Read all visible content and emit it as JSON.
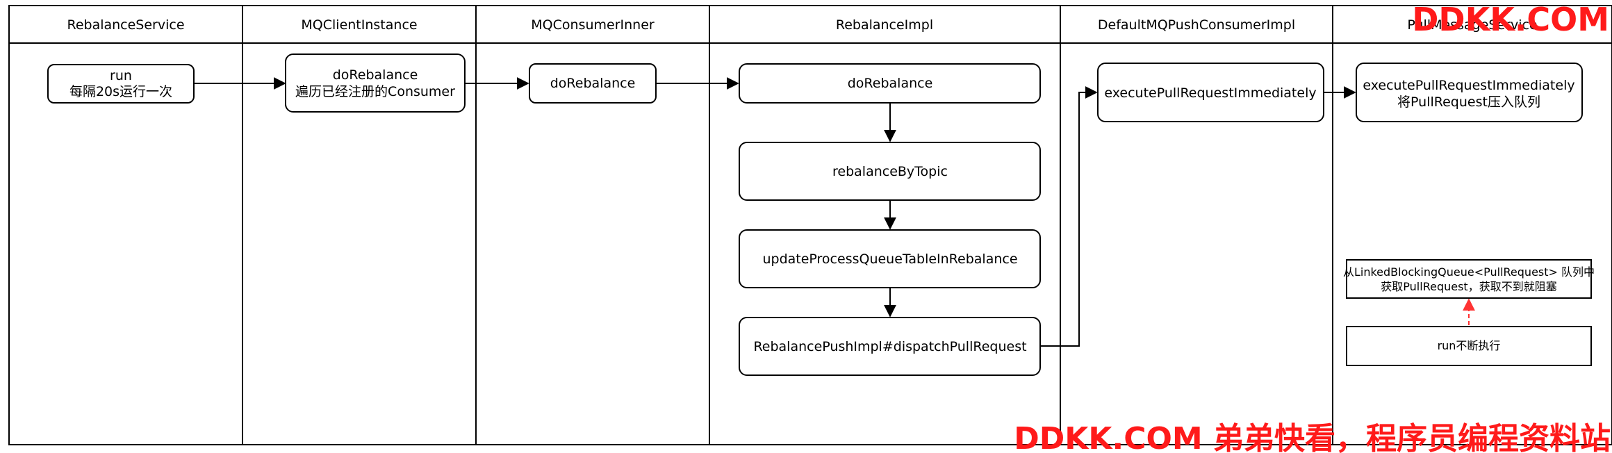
{
  "lanes": [
    {
      "id": "rebalance-service",
      "title": "RebalanceService"
    },
    {
      "id": "mq-client-instance",
      "title": "MQClientInstance"
    },
    {
      "id": "mq-consumer-inner",
      "title": "MQConsumerInner"
    },
    {
      "id": "rebalance-impl",
      "title": "RebalanceImpl"
    },
    {
      "id": "default-mq-push-consumer-impl",
      "title": "DefaultMQPushConsumerImpl"
    },
    {
      "id": "pull-message-service",
      "title": "PullMessageService"
    }
  ],
  "nodes": {
    "run": {
      "line1": "run",
      "line2": "每隔20s运行一次"
    },
    "client_do_rebalance": {
      "line1": "doRebalance",
      "line2": "遍历已经注册的Consumer"
    },
    "inner_do_rebalance": {
      "line1": "doRebalance"
    },
    "impl_do_rebalance": {
      "line1": "doRebalance"
    },
    "rebalance_by_topic": {
      "line1": "rebalanceByTopic"
    },
    "update_process_queue": {
      "line1": "updateProcessQueueTableInRebalance"
    },
    "dispatch_pull_request": {
      "line1": "RebalancePushImpl#dispatchPullRequest"
    },
    "consumer_execute": {
      "line1": "executePullRequestImmediately"
    },
    "service_execute": {
      "line1": "executePullRequestImmediately",
      "line2": "将PullRequest压入队列"
    },
    "take_from_queue": {
      "line1": "从LinkedBlockingQueue<PullRequest> 队列中",
      "line2": "获取PullRequest，获取不到就阻塞"
    },
    "run_loop": {
      "line1": "run不断执行"
    }
  },
  "colors": {
    "stroke": "#000000",
    "dashed_arrow": "#ff3333",
    "watermark": "#ff1a1a"
  },
  "watermarks": {
    "top": "DDKK.COM",
    "bottom": "DDKK.COM 弟弟快看，程序员编程资料站"
  }
}
